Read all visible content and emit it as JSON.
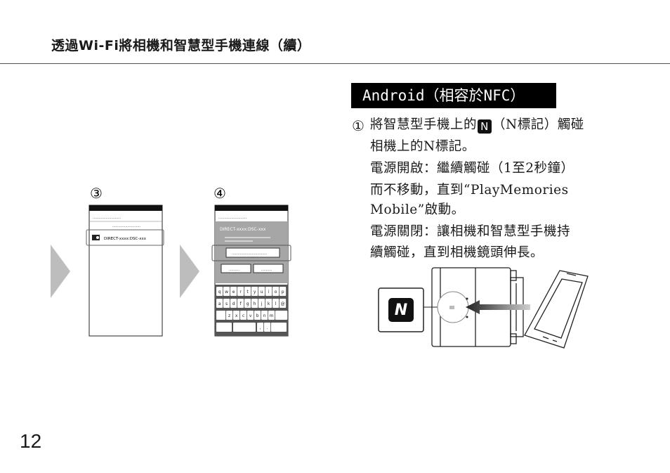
{
  "header": {
    "title": "透過Wi-Fi將相機和智慧型手機連線（續）"
  },
  "page_number": "12",
  "section": {
    "title": "Android（相容於NFC）",
    "step_marker": "①",
    "lines": {
      "l1_before": "將智慧型手機上的",
      "l1_mark": "N",
      "l1_after": "（N標記）觸碰",
      "l2": "相機上的N標記。",
      "l3": "電源開啟：繼續觸碰（1至2秒鐘）",
      "l4": "而不移動，直到“PlayMemories",
      "l5": "Mobile”啟動。",
      "l6": "電源關閉：讓相機和智慧型手機持",
      "l7": "續觸碰，直到相機鏡頭伸長。"
    }
  },
  "figure_left": {
    "step3_label": "③",
    "step4_label": "④",
    "wifi_list": {
      "row1": "……………………",
      "row2": "……………………",
      "selected_network": "DIRECT-xxxx:DSC-xxx"
    },
    "password_dialog": {
      "title_bar": "……………………",
      "network_name": "DIRECT-xxxx:DSC-xxx",
      "password_field": "…………………………",
      "cancel_button": "………",
      "ok_button": "………"
    },
    "keyboard": {
      "row1": [
        "q",
        "w",
        "e",
        "r",
        "t",
        "y",
        "u",
        "i",
        "o",
        "p"
      ],
      "row2": [
        "a",
        "s",
        "d",
        "f",
        "g",
        "h",
        "j",
        "k",
        "l",
        "@"
      ],
      "row3": [
        "z",
        "x",
        "c",
        "v",
        "b",
        "n",
        "m"
      ],
      "row4": [
        ",",
        "."
      ]
    }
  },
  "figure_right": {
    "nfc_logo_letter": "N"
  }
}
